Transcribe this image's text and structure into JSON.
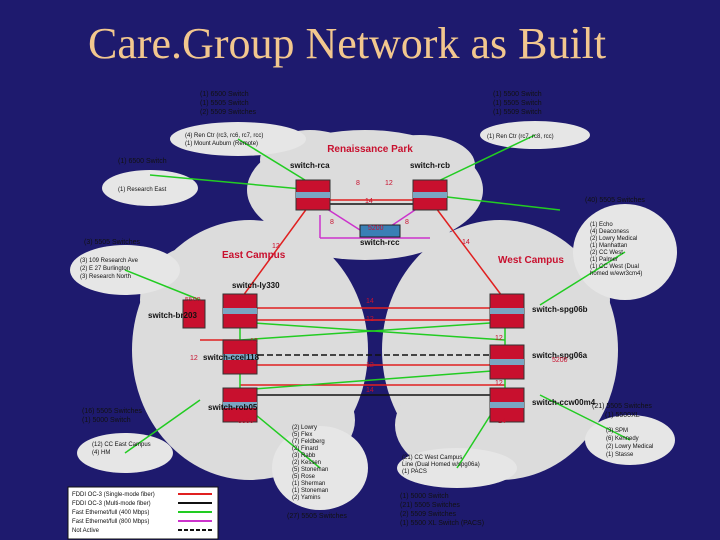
{
  "slide": {
    "title": "Care.Group Network as Built"
  },
  "clouds": {
    "renaissance": "Renaissance Park",
    "east": "East Campus",
    "west": "West Campus"
  },
  "switches": [
    {
      "id": "rca",
      "label": "switch-rca"
    },
    {
      "id": "rcb",
      "label": "switch-rcb"
    },
    {
      "id": "rcc",
      "label": "switch-rcc"
    },
    {
      "id": "ly330",
      "label": "switch-ly330"
    },
    {
      "id": "br203",
      "label": "switch-br203"
    },
    {
      "id": "ccel118",
      "label": "switch-ccel118"
    },
    {
      "id": "rob05",
      "label": "switch-rob05"
    },
    {
      "id": "spg06b",
      "label": "switch-spg06b"
    },
    {
      "id": "spg06a",
      "label": "switch-spg06a"
    },
    {
      "id": "ccw00m4",
      "label": "switch-ccw00m4"
    }
  ],
  "link_labels": {
    "rp_8": "8",
    "rp_12": "12",
    "rp_14": "14",
    "rp_8b": "8",
    "rp_8c": "8",
    "east_top": "12",
    "west_top": "14",
    "mid_14": "14",
    "mid_12": "12",
    "west_12a": "12",
    "west_12b": "12",
    "east_12": "12",
    "east_12b": "12",
    "mid_12b": "12",
    "mid_14b": "14",
    "east_5500": "5500",
    "west_5500": "5500",
    "lower_14": "14",
    "num_5200_1": "5200",
    "num_5200_2": "5200",
    "num_5500_3": "5500",
    "num_5200_west": "5200"
  },
  "callouts": {
    "top_left": [
      "(1) 6500 Switch",
      "(1) 5505 Switch",
      "(2) 5509 Switches"
    ],
    "top_right": [
      "(1) 5500 Switch",
      "(1) 5505 Switch",
      "(1) 5509 Switch"
    ],
    "rp_left": [
      "(4) Ren Ctr (rc3, rc6, rc7, rcc)",
      "(1) Mount Auburn (Remote)"
    ],
    "rp_right": [
      "(1) Ren Ctr (rc7, rc8, rcc)"
    ],
    "research_head": "(1) 6500 Switch",
    "research": [
      "(1) Research East"
    ],
    "west_head": "(40) 5505 Switches",
    "west_list": [
      "(1) Echo",
      "(4) Deaconess",
      "(2) Lowry Medical",
      "(1) Manhattan",
      "(2) CC West",
      "(1) Palmer",
      "(1) CC West (Dual",
      "homed w/ewr3cm4)"
    ],
    "east_head": "(3) 5505 Switches",
    "east_list": [
      "(3) 109 Research Ave",
      "(2) E 27 Burlington",
      "(3) Research North"
    ],
    "lower_left": [
      "(16) 5505 Switches",
      "(1) 5000 Switch"
    ],
    "lower_left2": [
      "(12) CC East Campus",
      "(4) HM"
    ],
    "lower_mid": [
      "(2) Lowry",
      "(5) Flex",
      "(7) Feldberg",
      "(2) Finard",
      "(3) Rabb",
      "(2) Kessen",
      "(5) Stoneman",
      "(5) Rose",
      "(1) Sherman",
      "(1) Stoneman",
      "(2) Yamins"
    ],
    "lower_mid_foot": "(27) 5505 Switches",
    "cc_west": [
      "(21) CC West Campus",
      "Line (Dual Homed w/spg06a)",
      "(1) PACS"
    ],
    "lower_right": [
      "(21) 5505 Switches",
      "(1) 5500XL"
    ],
    "lower_right_list": [
      "(3) SPM",
      "(6) Kennedy",
      "(2) Lowry Medical",
      "(1) Stasse"
    ],
    "bottom_right": [
      "(1) 5000 Switch",
      "(21) 5505 Switches",
      "(2) 5509 Switches",
      "(1) 5500 XL Switch (PACS)"
    ]
  },
  "legend": [
    {
      "label": "FDDI OC-3 (Single-mode fiber)",
      "color": "#e02020"
    },
    {
      "label": "FDDI OC-3 (Multi-mode fiber)",
      "color": "#111111"
    },
    {
      "label": "Fast Ethernet/full (400 Mbps)",
      "color": "#22cc22"
    },
    {
      "label": "Fast Ethernet/full (800 Mbps)",
      "color": "#cc33cc"
    },
    {
      "label": "Not Active",
      "color": "#111111"
    }
  ],
  "colors": {
    "background": "#1e1a6e",
    "title": "#f2c78e",
    "link_red": "#e02020",
    "link_green": "#22cc22",
    "link_magenta": "#cc33cc",
    "cloud_fill": "#dcdcdc"
  }
}
